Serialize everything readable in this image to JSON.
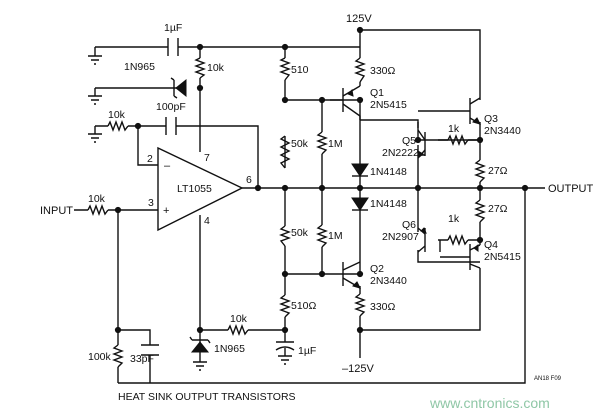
{
  "labels": {
    "vpos": "125V",
    "vneg": "–125V",
    "c_top": "1µF",
    "d_top": "1N965",
    "r_top": "10k",
    "r_fb": "10k",
    "c_fb": "100pF",
    "r_in": "10k",
    "input": "INPUT",
    "opamp": "LT1055",
    "pin2": "2",
    "pin3": "3",
    "pin4": "4",
    "pin6": "6",
    "pin7": "7",
    "minus": "–",
    "plus": "+",
    "r510_top": "510",
    "r50k_top": "50k",
    "r50k_bot": "50k",
    "r510_bot": "510Ω",
    "r1m_top": "1M",
    "r1m_bot": "1M",
    "d1": "1N4148",
    "d2": "1N4148",
    "q1_name": "Q1",
    "q1_type": "2N5415",
    "q2_name": "Q2",
    "q2_type": "2N3440",
    "q3_name": "Q3",
    "q3_type": "2N3440",
    "q4_name": "Q4",
    "q4_type": "2N5415",
    "q5_name": "Q5",
    "q5_type": "2N2222",
    "q6_name": "Q6",
    "q6_type": "2N2907",
    "r330_top": "330Ω",
    "r330_bot": "330Ω",
    "r1k_top": "1k",
    "r1k_bot": "1k",
    "r27_top": "27Ω",
    "r27_bot": "27Ω",
    "output": "OUTPUT",
    "r10k_bot": "10k",
    "d_bot": "1N965",
    "c_bot": "1µF",
    "r100k": "100k",
    "c33p": "33pF",
    "caption": "HEAT SINK OUTPUT TRANSISTORS",
    "fig_id": "AN18 F09",
    "watermark": "www.cntronics.com"
  },
  "colors": {
    "ink": "#111111",
    "watermark": "#8fc7a6",
    "background": "#ffffff"
  }
}
